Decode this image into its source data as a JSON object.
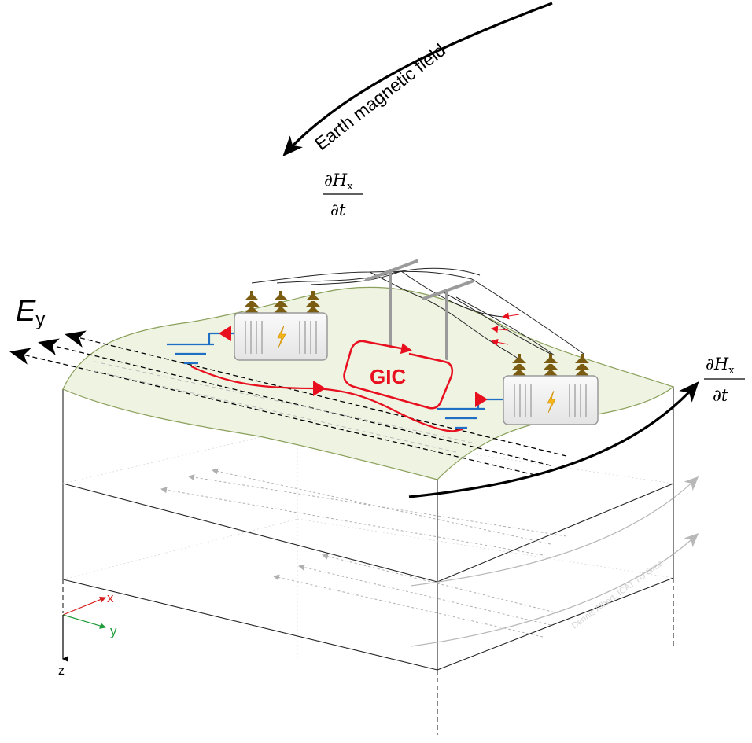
{
  "labels": {
    "earth_field": "Earth magnetic field",
    "gic": "GIC",
    "e_main": "E",
    "e_sub": "y",
    "d_symbol": "∂",
    "h_symbol": "H",
    "h_sub": "x",
    "t_symbol": "t",
    "axis_x": "x",
    "axis_y": "y",
    "axis_z": "z",
    "watermark": "Dennis Albert, ICAT TU Graz"
  },
  "colors": {
    "current": "#e8101e",
    "ground": "#1f6fc4",
    "terrain_fill": "#eef3e2",
    "terrain_edge": "#8aa05a",
    "insulator": "#7a5c12",
    "bolt": "#f5b418",
    "axis_x": "#d81e1e",
    "axis_y": "#1f9b3a"
  },
  "icons": {
    "transformer": "transformer-icon",
    "lightning": "lightning-bolt-icon",
    "ground": "ground-symbol-icon",
    "pylon": "power-pylon-icon"
  }
}
